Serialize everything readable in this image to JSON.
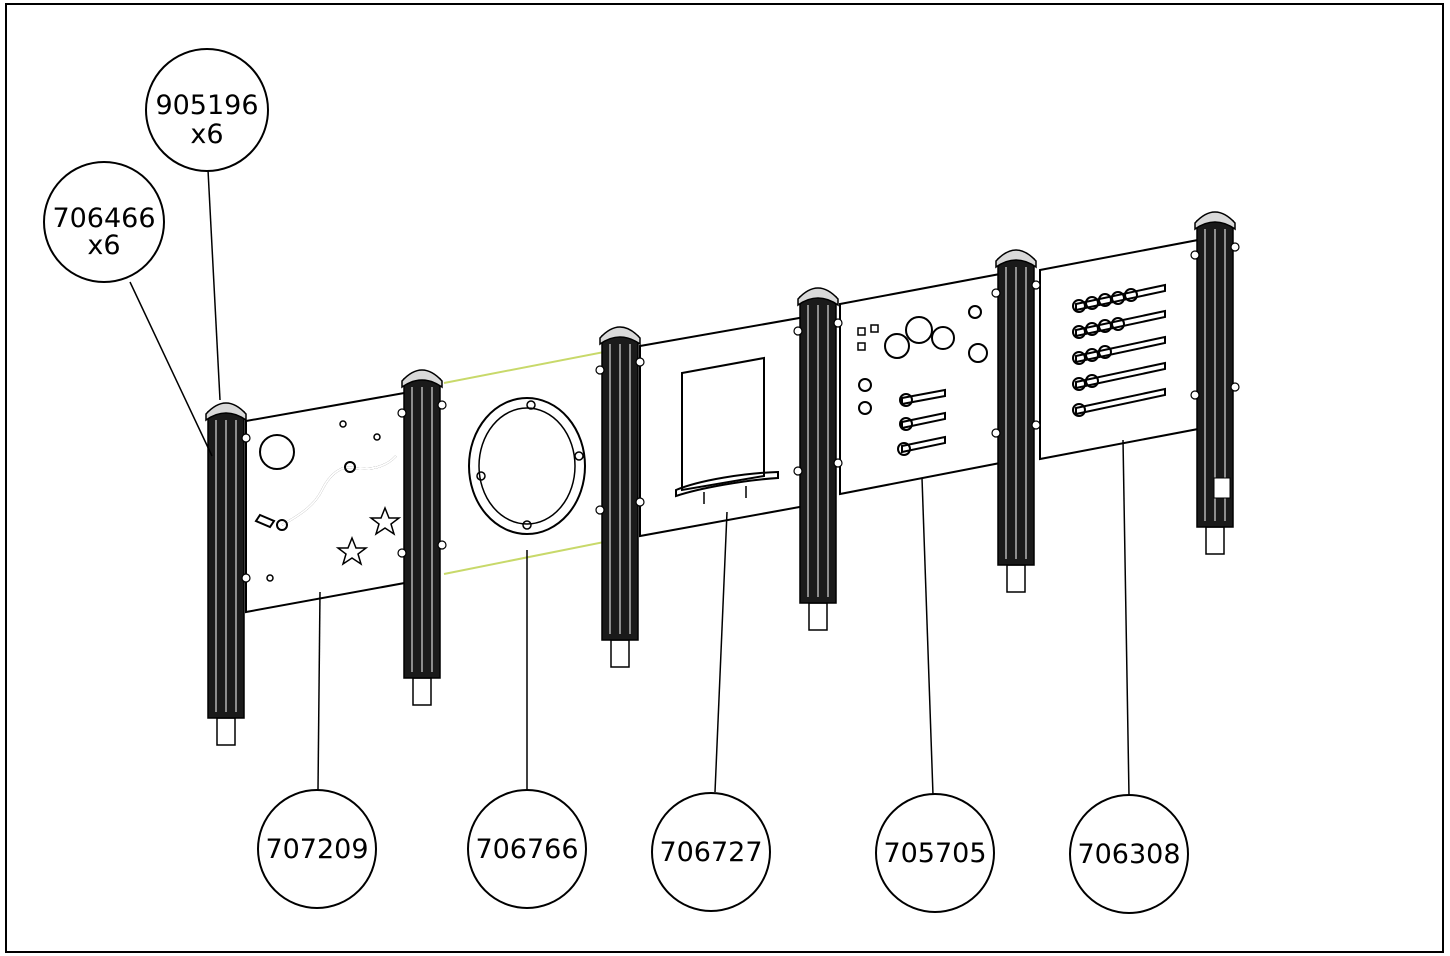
{
  "colors": {
    "line": "#000000",
    "background": "#ffffff",
    "highlight": "#c8d96a",
    "cap": "#d9d9d9",
    "post": "#1a1a1a"
  },
  "callouts": [
    {
      "id": "905196",
      "lines": [
        "905196",
        "x6"
      ]
    },
    {
      "id": "706466",
      "lines": [
        "706466",
        "x6"
      ]
    },
    {
      "id": "707209",
      "lines": [
        "707209"
      ]
    },
    {
      "id": "706766",
      "lines": [
        "706766"
      ]
    },
    {
      "id": "706727",
      "lines": [
        "706727"
      ]
    },
    {
      "id": "705705",
      "lines": [
        "705705"
      ]
    },
    {
      "id": "706308",
      "lines": [
        "706308"
      ]
    }
  ],
  "icons": {
    "post": "post-icon",
    "cap": "cap-icon",
    "star": "star-icon",
    "porthole": "porthole-icon",
    "bead": "bead-icon"
  }
}
